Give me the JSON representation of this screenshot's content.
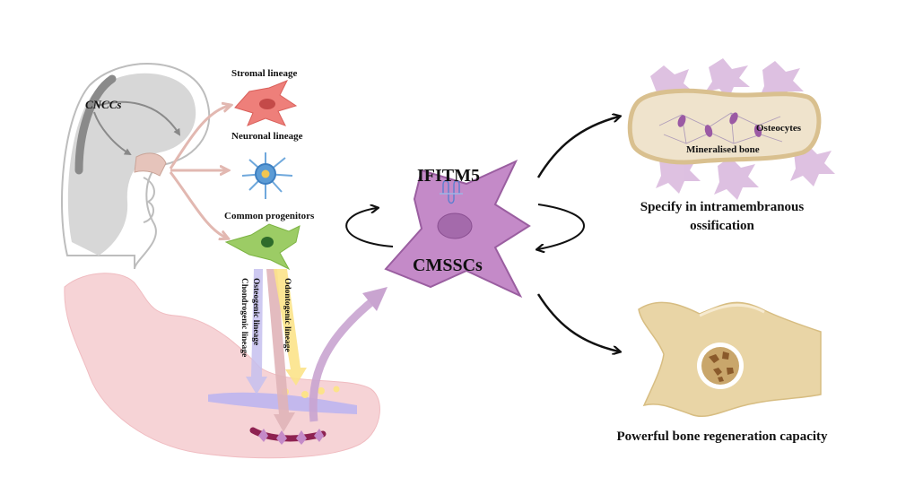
{
  "labels": {
    "cnccs": "CNCCs",
    "stromal": "Stromal lineage",
    "neuronal": "Neuronal lineage",
    "common": "Common progenitors",
    "ifitm5": "IFITM5",
    "cmsscs": "CMSSCs",
    "osteocytes": "Osteocytes",
    "mineralised": "Mineralised bone",
    "intramembranous_line1": "Specify in intramembranous",
    "intramembranous_line2": "ossification",
    "regeneration": "Powerful bone regeneration capacity",
    "odontogenic": "Odontogenic lineage",
    "osteogenic": "Osteogenic lineage",
    "chondrogenic": "Chondrogenic lineage"
  },
  "colors": {
    "embryo_grey": "#d7d7d7",
    "stromal_cell": "#ee7f7a",
    "neuronal_cell": "#5b9bd5",
    "progenitor_cell": "#9ccc65",
    "cmssc_cell": "#c48ac8",
    "mandible_pink": "#f6d3d6",
    "bone_tan": "#e9d5a6"
  }
}
